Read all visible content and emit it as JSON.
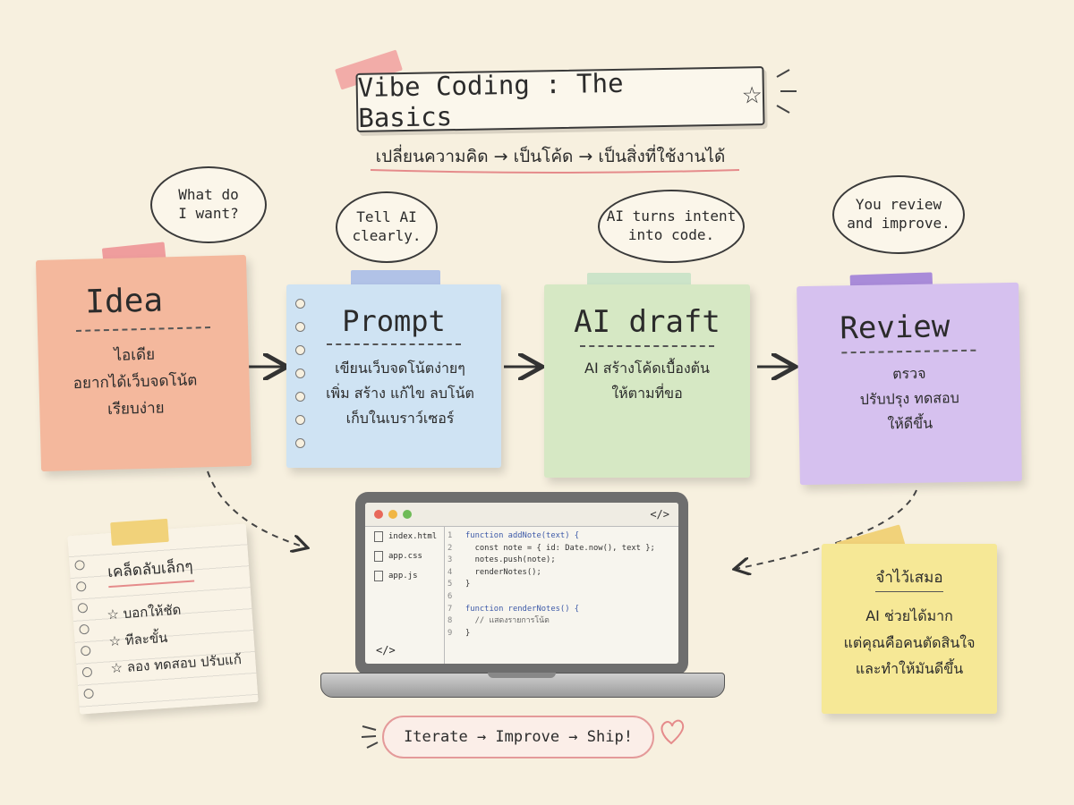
{
  "title": "Vibe Coding : The Basics",
  "title_star": "☆",
  "subtitle": "เปลี่ยนความคิด → เป็นโค้ด → เป็นสิ่งที่ใช้งานได้",
  "bubbles": [
    "What do\nI want?",
    "Tell AI\nclearly.",
    "AI turns intent\ninto code.",
    "You review\nand improve."
  ],
  "steps": [
    {
      "title": "Idea",
      "icon": "lightbulb-icon",
      "lines": [
        "ไอเดีย",
        "อยากได้เว็บจดโน้ต",
        "เรียบง่าย"
      ],
      "color": "#f4b89d",
      "tape": "#ef9d9d"
    },
    {
      "title": "Prompt",
      "icon": "pencil-icon",
      "lines": [
        "เขียนเว็บจดโน้ตง่ายๆ",
        "เพิ่ม สร้าง แก้ไข ลบโน้ต",
        "เก็บในเบราว์เซอร์"
      ],
      "color": "#cfe3f3",
      "tape": "#a9bde8"
    },
    {
      "title": "AI draft",
      "icon": "sparkle-icon",
      "lines": [
        "AI สร้างโค้ดเบื้องต้น",
        "ให้ตามที่ขอ"
      ],
      "color": "#d6e8c4",
      "tape": "#c7e2c6"
    },
    {
      "title": "Review",
      "icon": "magnifier-icon",
      "lines": [
        "ตรวจ",
        "ปรับปรุง ทดสอบ",
        "ให้ดีขึ้น"
      ],
      "color": "#d6c1ef",
      "tape": "#a98bd9"
    }
  ],
  "laptop": {
    "code_icon": "</>",
    "files": [
      "index.html",
      "app.css",
      "app.js"
    ],
    "traffic_lights": [
      "#e8685a",
      "#f1b643",
      "#6fbb58"
    ],
    "code_lines": [
      {
        "n": "1",
        "code": "function addNote(text) {"
      },
      {
        "n": "2",
        "code": "  const note = { id: Date.now(), text };"
      },
      {
        "n": "3",
        "code": "  notes.push(note);"
      },
      {
        "n": "4",
        "code": "  renderNotes();"
      },
      {
        "n": "5",
        "code": "}"
      },
      {
        "n": "6",
        "code": ""
      },
      {
        "n": "7",
        "code": "function renderNotes() {"
      },
      {
        "n": "8",
        "code": "  // แสดงรายการโน้ต"
      },
      {
        "n": "9",
        "code": "}"
      }
    ]
  },
  "tips": {
    "title": "เคล็ดลับเล็กๆ",
    "items": [
      "☆  บอกให้ชัด",
      "☆  ทีละขั้น",
      "☆  ลอง ทดสอบ ปรับแก้"
    ]
  },
  "remember": {
    "title": "จำไว้เสมอ",
    "lines": [
      "AI ช่วยได้มาก",
      "แต่คุณคือคนตัดสินใจ",
      "และทำให้มันดีขึ้น"
    ]
  },
  "footer": "Iterate → Improve → Ship!"
}
